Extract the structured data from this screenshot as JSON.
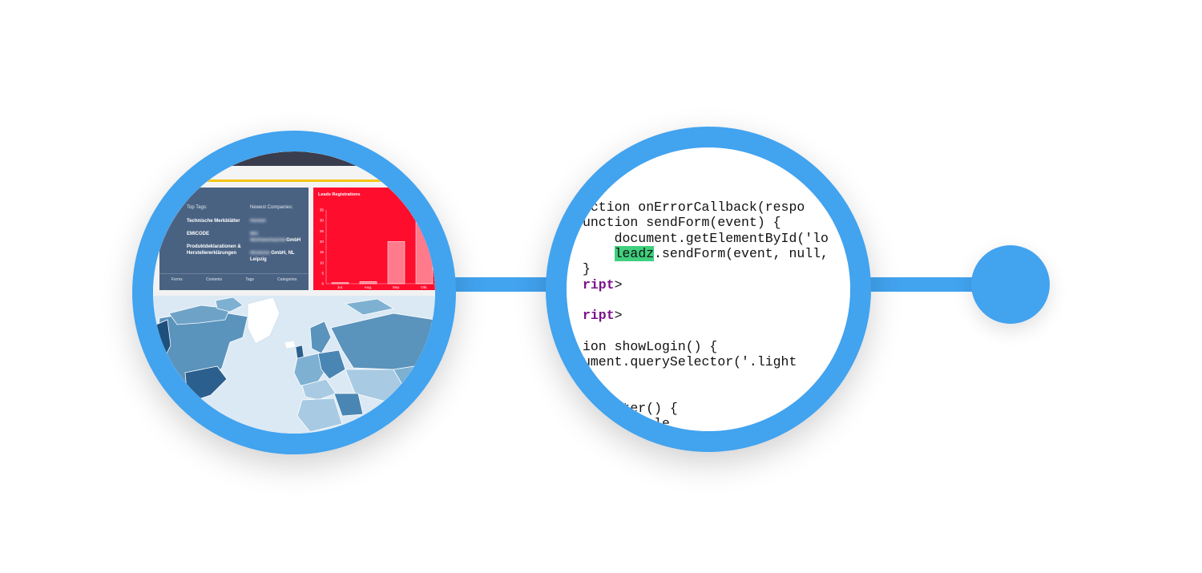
{
  "dashboard": {
    "top_tags_heading": "Top Tags:",
    "newest_companies_heading": "Newest Companies:",
    "tags": [
      "Technische Merkblätter",
      "EMICODE",
      "Produktdeklarationen & Herstellererklärungen"
    ],
    "companies": [
      {
        "blurred": "Henkel",
        "visible": ""
      },
      {
        "blurred": "IBS",
        "visible": ""
      },
      {
        "blurred": "Wolfsberbacher",
        "visible": "GmbH"
      },
      {
        "blurred": "Wodicke",
        "visible": " GmbH, NL Leipzig"
      }
    ],
    "footer_tabs": [
      "Forms",
      "Contents",
      "Tags",
      "Categories"
    ],
    "colors": {
      "navy_panel": "#4a6282",
      "red_panel": "#ff0d2d",
      "yellow_bar": "#f5c518",
      "lens_ring": "#42a3ef",
      "map_dark": "#2b5f8e",
      "map_mid": "#5a93bc",
      "map_light": "#a8cbe3",
      "ocean": "#dbe9f4"
    }
  },
  "chart_data": {
    "type": "bar",
    "title": "Leads Registrations",
    "categories": [
      "Jul.",
      "Aug.",
      "Sep.",
      "Okt."
    ],
    "values": [
      0.5,
      1,
      20,
      32
    ],
    "ylim": [
      0,
      35
    ],
    "yticks": [
      0,
      5,
      10,
      15,
      20,
      25,
      30,
      35
    ],
    "grid": false,
    "xlabel": "",
    "ylabel": ""
  },
  "code": {
    "lines": [
      {
        "segments": [
          {
            "text": "nction onErrorCallback(respo"
          }
        ]
      },
      {
        "segments": [
          {
            "text": "unction sendForm(event) {"
          }
        ]
      },
      {
        "segments": [
          {
            "text": "    document.getElementById('lo"
          }
        ]
      },
      {
        "segments": [
          {
            "text": "    "
          },
          {
            "text": "leadz",
            "highlight": true
          },
          {
            "text": ".sendForm(event, null,"
          }
        ]
      },
      {
        "segments": [
          {
            "text": "}"
          }
        ]
      },
      {
        "segments": [
          {
            "text": "ript",
            "keyword": true
          },
          {
            "text": ">"
          }
        ]
      },
      {
        "segments": [
          {
            "text": ""
          }
        ]
      },
      {
        "segments": [
          {
            "text": "ript",
            "keyword": true
          },
          {
            "text": ">"
          }
        ]
      },
      {
        "segments": [
          {
            "text": ""
          }
        ]
      },
      {
        "segments": [
          {
            "text": "ion showLogin() {"
          }
        ]
      },
      {
        "segments": [
          {
            "text": "ument.querySelector('.light"
          }
        ]
      },
      {
        "segments": [
          {
            "text": ""
          }
        ]
      },
      {
        "segments": [
          {
            "text": ""
          }
        ]
      },
      {
        "segments": [
          {
            "text": "Register() {"
          }
        ]
      },
      {
        "segments": [
          {
            "text": "      .Sele"
          }
        ]
      }
    ]
  }
}
